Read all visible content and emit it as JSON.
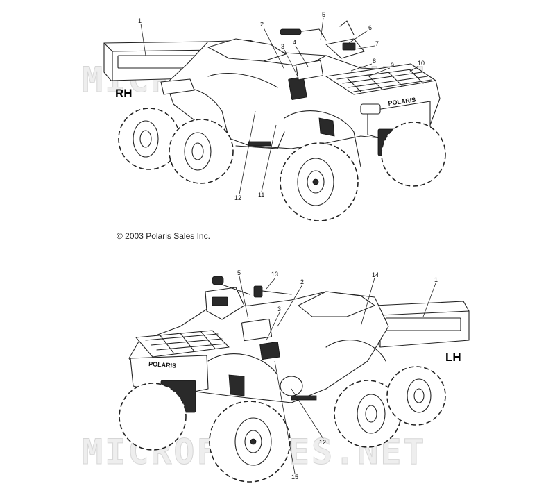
{
  "watermarks": [
    {
      "text": "MICROFICHES.NET"
    },
    {
      "text": "MICROFICHES.NET"
    }
  ],
  "copyright": "© 2003 Polaris Sales Inc.",
  "views": {
    "rh": {
      "label": "RH",
      "brand_decal": "POLARIS",
      "callouts": [
        "1",
        "2",
        "3",
        "4",
        "5",
        "6",
        "7",
        "8",
        "9",
        "10",
        "11",
        "12"
      ]
    },
    "lh": {
      "label": "LH",
      "brand_decal": "POLARIS",
      "callouts": [
        "5",
        "13",
        "2",
        "3",
        "14",
        "1",
        "12",
        "15"
      ]
    }
  }
}
